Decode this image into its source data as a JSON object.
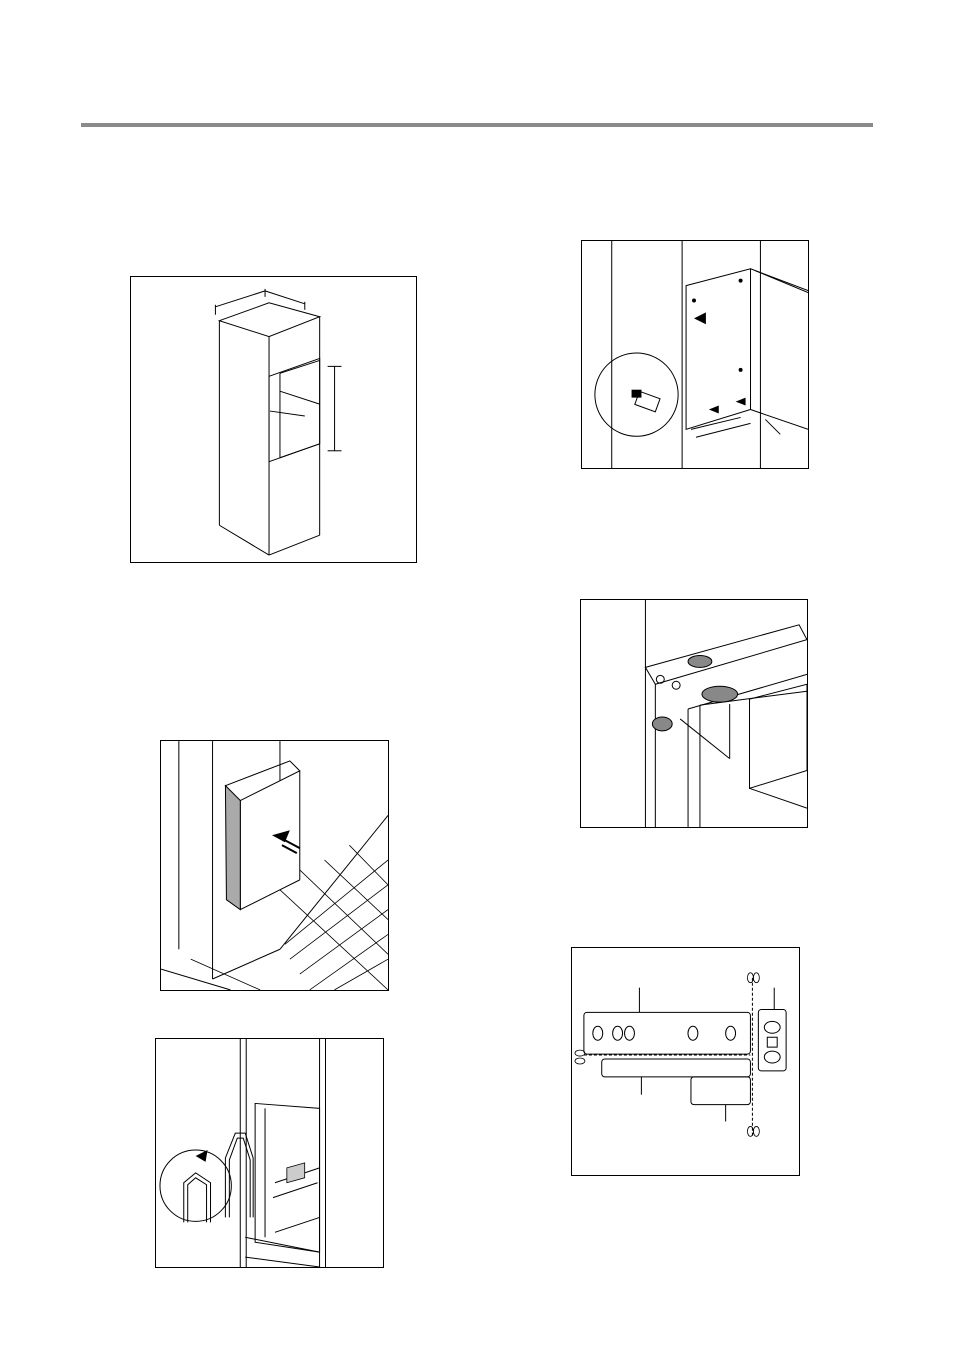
{
  "page": {
    "header_rule": true
  },
  "figures": [
    {
      "id": "niche-dimensions",
      "icon": "cabinet-niche-icon"
    },
    {
      "id": "appliance-insertion",
      "icon": "push-arrow-icon"
    },
    {
      "id": "door-seal",
      "icon": "seal-strip-icon"
    },
    {
      "id": "door-hinge-fixing",
      "icon": "hinge-screw-icon"
    },
    {
      "id": "cover-caps",
      "icon": "cover-cap-icon"
    },
    {
      "id": "hinge-parts",
      "icon": "hinge-parts-icon"
    }
  ]
}
